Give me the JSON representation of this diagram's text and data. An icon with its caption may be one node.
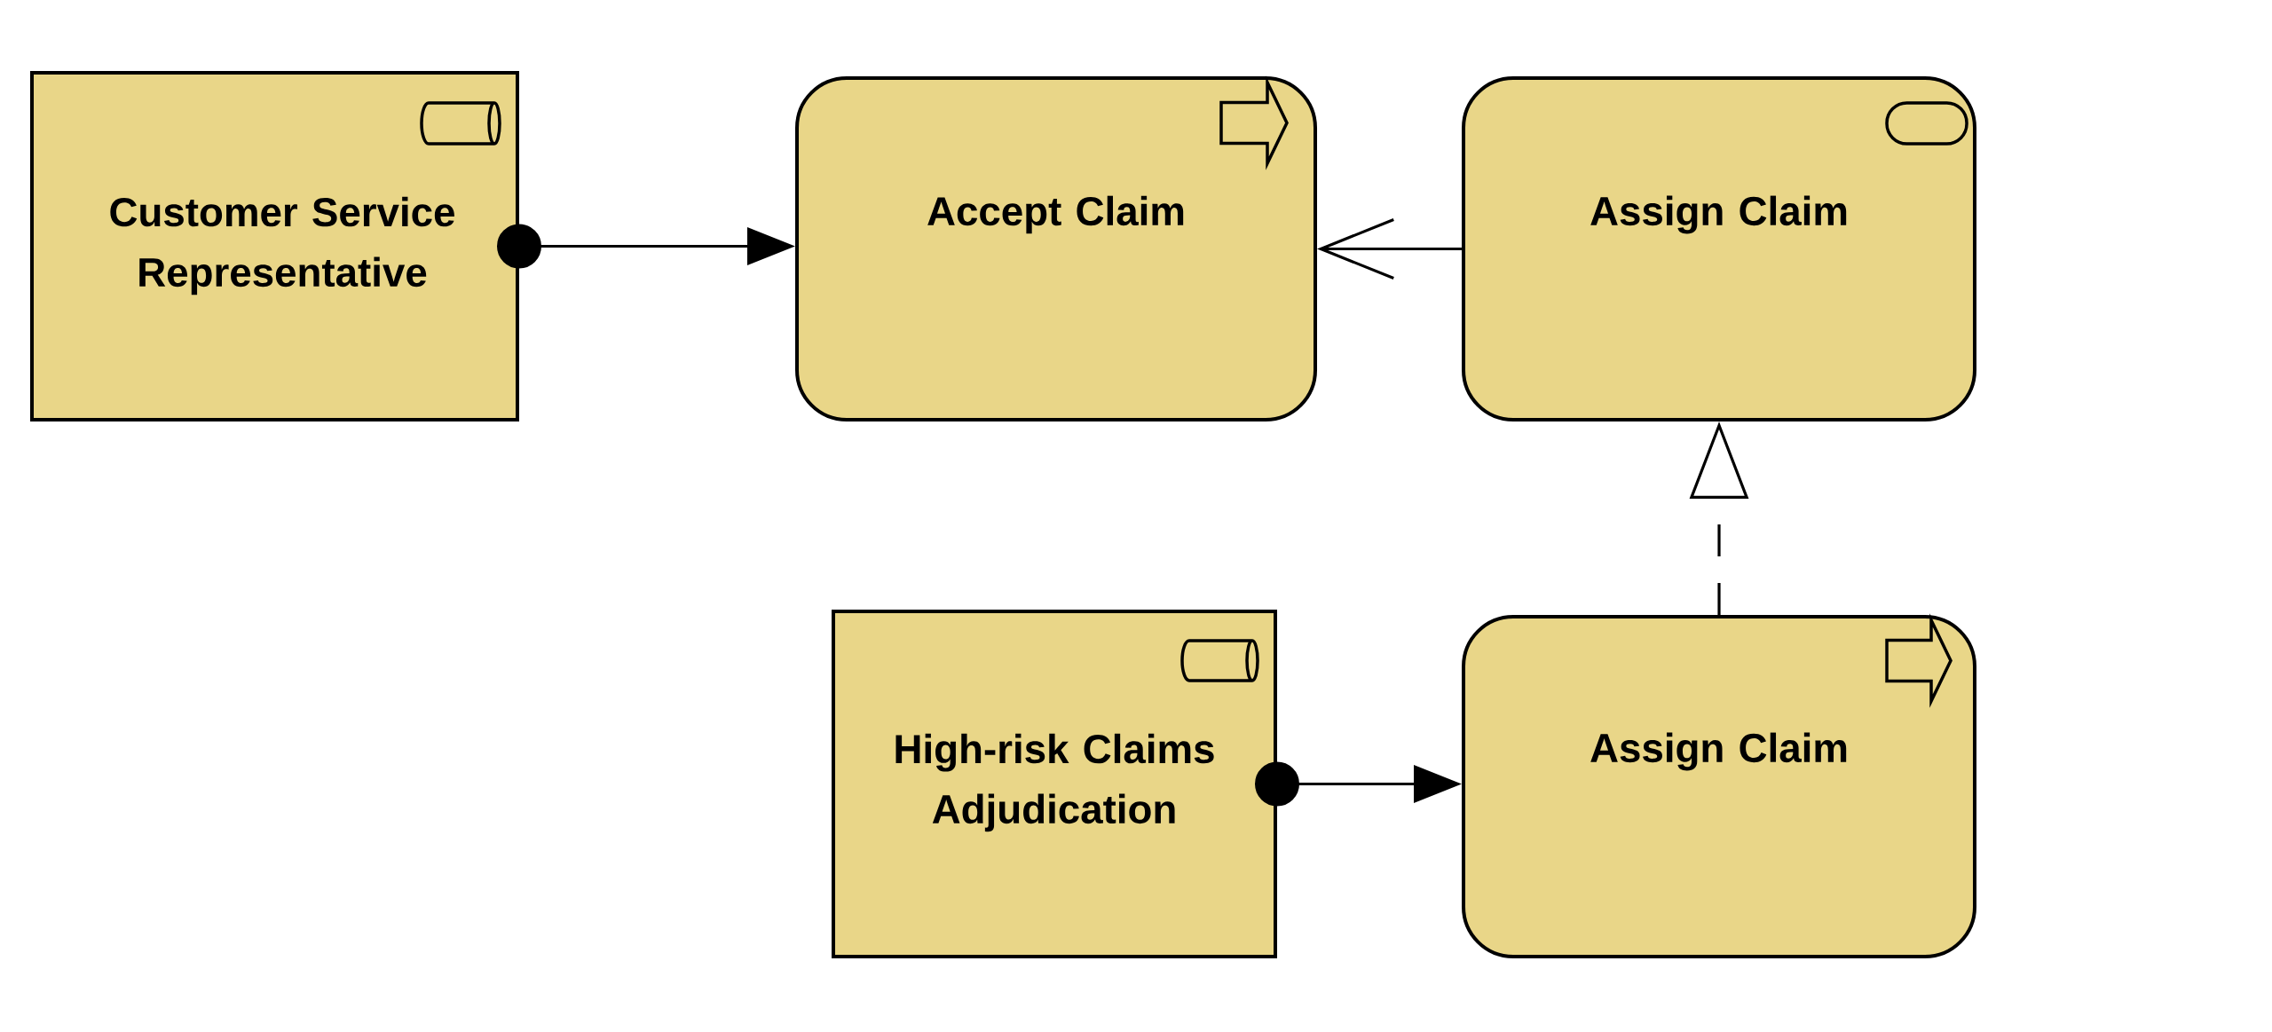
{
  "diagram": {
    "nodes": [
      {
        "text": [
          "Customer Service Representative"
        ]
      },
      {
        "text": [
          "Accept Claim"
        ]
      },
      {
        "text": [
          "Assign Claim"
        ]
      },
      {
        "text": [
          "High-risk Claims Adjudication"
        ]
      },
      {
        "text": [
          "Assign Claim"
        ]
      }
    ],
    "edges": [
      {
        "from": 0,
        "to": 1,
        "arrow": "to"
      },
      {
        "from": 2,
        "to": 1,
        "arrow": "to"
      },
      {
        "from": 4,
        "to": 2,
        "arrow": "to",
        "style": "dashed"
      },
      {
        "from": 3,
        "to": 4,
        "arrow": "to"
      }
    ]
  }
}
